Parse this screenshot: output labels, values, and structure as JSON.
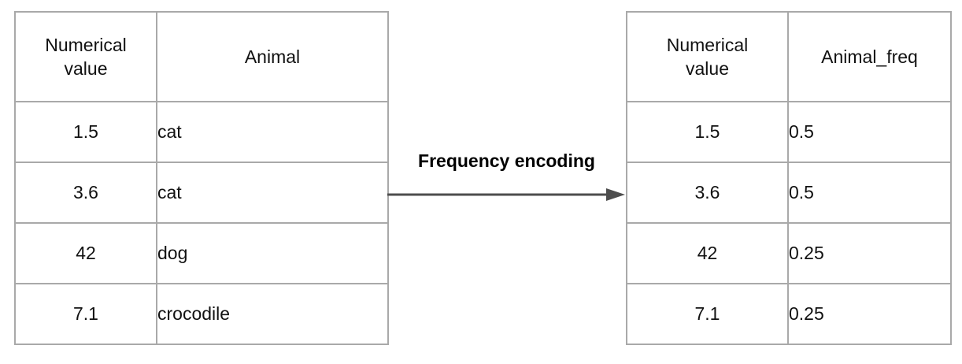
{
  "diagram": {
    "arrow_label": "Frequency encoding"
  },
  "left_table": {
    "headers": [
      "Numerical value",
      "Animal"
    ],
    "rows": [
      [
        "1.5",
        "cat"
      ],
      [
        "3.6",
        "cat"
      ],
      [
        "42",
        "dog"
      ],
      [
        "7.1",
        "crocodile"
      ]
    ]
  },
  "right_table": {
    "headers": [
      "Numerical value",
      "Animal_freq"
    ],
    "rows": [
      [
        "1.5",
        "0.5"
      ],
      [
        "3.6",
        "0.5"
      ],
      [
        "42",
        "0.25"
      ],
      [
        "7.1",
        "0.25"
      ]
    ]
  },
  "colors": {
    "table_border": "#a9a9a9",
    "arrow": "#4d4d4d",
    "text": "#111111"
  }
}
